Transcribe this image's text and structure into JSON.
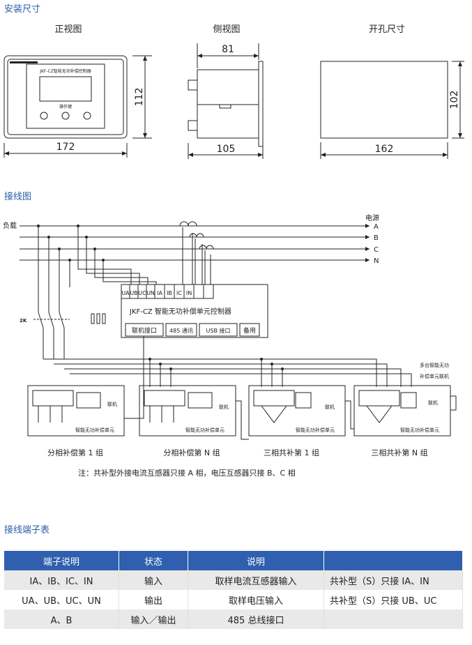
{
  "sections": {
    "size_title": "安装尺寸",
    "wiring_title": "接线图",
    "table_title": "接线端子表"
  },
  "size": {
    "front_label": "正视图",
    "side_label": "侧视图",
    "cutout_label": "开孔尺寸",
    "front_width": "172",
    "front_height": "112",
    "side_top": "81",
    "side_bottom": "105",
    "cutout_width": "162",
    "cutout_height": "102",
    "front_panel_text": "JKF-CZ智能无功补偿控制器",
    "front_small_text": "操作键"
  },
  "wiring": {
    "load": "负载",
    "power": "电源",
    "phases": [
      "A",
      "B",
      "C",
      "N"
    ],
    "switch": "2K",
    "terminals": [
      "UA",
      "UB",
      "UC",
      "UN",
      "IA",
      "IB",
      "IC",
      "IN"
    ],
    "controller_name": "JKF-CZ 智能无功补偿单元控制器",
    "ports": [
      "联机接口",
      "485 通讯",
      "USB 接口",
      "备用"
    ],
    "multi_note_1": "多台智能无功",
    "multi_note_2": "补偿单元联机",
    "link": "联机",
    "unit_name": "智能无功补偿单元",
    "groups": [
      "分相补偿第 1 组",
      "分相补偿第 N 组",
      "三相共补第 1 组",
      "三相共补第 N 组"
    ],
    "note": "注：共补型外接电流互感器只接 A 相，电压互感器只接 B、C 相"
  },
  "table": {
    "headers": [
      "端子说明",
      "状态",
      "说明",
      ""
    ],
    "rows": [
      [
        "IA、IB、IC、IN",
        "输入",
        "取样电流互感器输入",
        "共补型（S）只接 IA、IN"
      ],
      [
        "UA、UB、UC、UN",
        "输出",
        "取样电压输入",
        "共补型（S）只接 UB、UC"
      ],
      [
        "A、B",
        "输入／输出",
        "485 总线接口",
        ""
      ]
    ]
  }
}
